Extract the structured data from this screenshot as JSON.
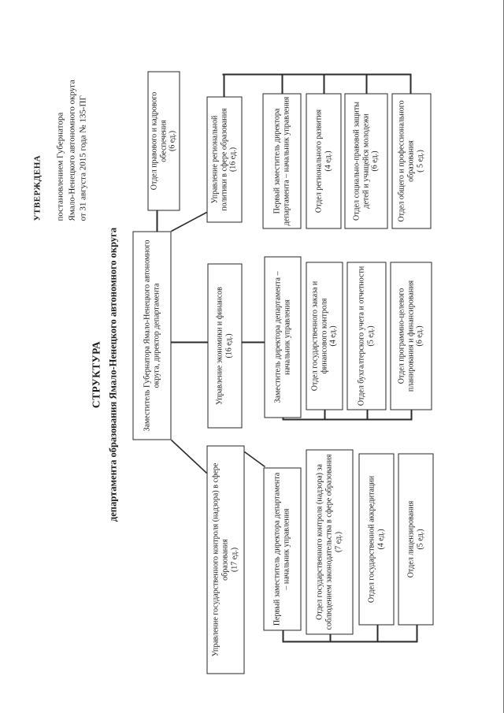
{
  "colors": {
    "ink": "#1b1b1b",
    "line": "#2a2a2a",
    "background": "#ffffff"
  },
  "approval_note": {
    "line1": "УТВЕРЖДЕНА",
    "line2": "постановлением Губернатора",
    "line3": "Ямало-Ненецкого автономного округа",
    "line4": "от 31 августа 2015 года № 135-ПГ"
  },
  "title": {
    "line1": "СТРУКТУРА",
    "line2": "департамента образования Ямало-Ненецкого автономного округа"
  },
  "director": {
    "label": "Заместитель Губернатора Ямало-Ненецкого автономного округа, директор департамента"
  },
  "legal_department": {
    "label": "Отдел правового и кадрового обеспечения",
    "count": "(6 ед.)"
  },
  "groups": [
    {
      "management": {
        "label": "Управление государственного контроля (надзора) в сфере образования",
        "count": "(17 ед.)"
      },
      "head": {
        "label": "Первый заместитель директора департамента – начальник управления"
      },
      "departments": [
        {
          "label": "Отдел государственного контроля (надзора) за соблюдением законодательства в сфере образования",
          "count": "(7 ед.)"
        },
        {
          "label": "Отдел государственной аккредитации",
          "count": "(4 ед.)"
        },
        {
          "label": "Отдел лицензирования",
          "count": "(5 ед.)"
        }
      ]
    },
    {
      "management": {
        "label": "Управление экономики и финансов",
        "count": "(16 ед.)"
      },
      "head": {
        "label": "Заместитель директора департамента – начальник управления"
      },
      "departments": [
        {
          "label": "Отдел государственного заказа и финансового контроля",
          "count": "(4 ед.)"
        },
        {
          "label": "Отдел бухгалтерского учета и отчетности",
          "count": "(5 ед.)"
        },
        {
          "label": "Отдел программно-целевого планирования и финансирования",
          "count": "(6 ед.)"
        }
      ]
    },
    {
      "management": {
        "label": "Управление региональной политики в сфере образования",
        "count": "(16 ед.)"
      },
      "head": {
        "label": "Первый заместитель директора департамента – начальник управления"
      },
      "departments": [
        {
          "label": "Отдел регионального развития",
          "count": "(4 ед.)"
        },
        {
          "label": "Отдел социально-правовой защиты детей и учащейся молодежи",
          "count": "(6 ед.)"
        },
        {
          "label": "Отдел общего и профессионального образования",
          "count": "( 5 ед.)"
        }
      ]
    }
  ]
}
